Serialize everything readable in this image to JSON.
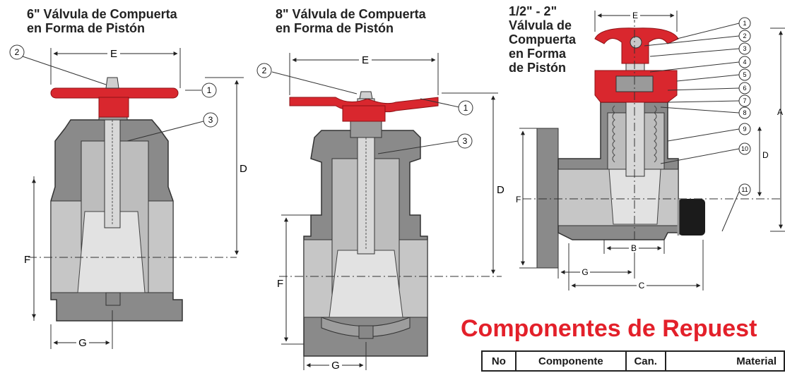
{
  "titles": {
    "six_inch": [
      "6\" Válvula de Compuerta",
      "en Forma de Pistón"
    ],
    "eight_inch": [
      "8\" Válvula de Compuerta",
      "en Forma de Pistón"
    ],
    "small": [
      "1/2\" - 2\"",
      "Válvula de",
      "Compuerta",
      "en Forma",
      "de Pistón"
    ]
  },
  "dimensions": {
    "a": "A",
    "b": "B",
    "c": "C",
    "d": "D",
    "e": "E",
    "f": "F",
    "g": "G"
  },
  "callouts_large": [
    "1",
    "2",
    "3"
  ],
  "callouts_small": [
    "1",
    "2",
    "3",
    "4",
    "5",
    "6",
    "7",
    "8",
    "9",
    "10",
    "11"
  ],
  "parts": {
    "heading": "Componentes de Repuest",
    "columns": [
      "No",
      "Componente",
      "Can.",
      "Material"
    ]
  },
  "colors": {
    "handle": "#d9272e",
    "body": "#8a8a8a",
    "section": "#c8c8c8",
    "heading": "#e3202a"
  }
}
